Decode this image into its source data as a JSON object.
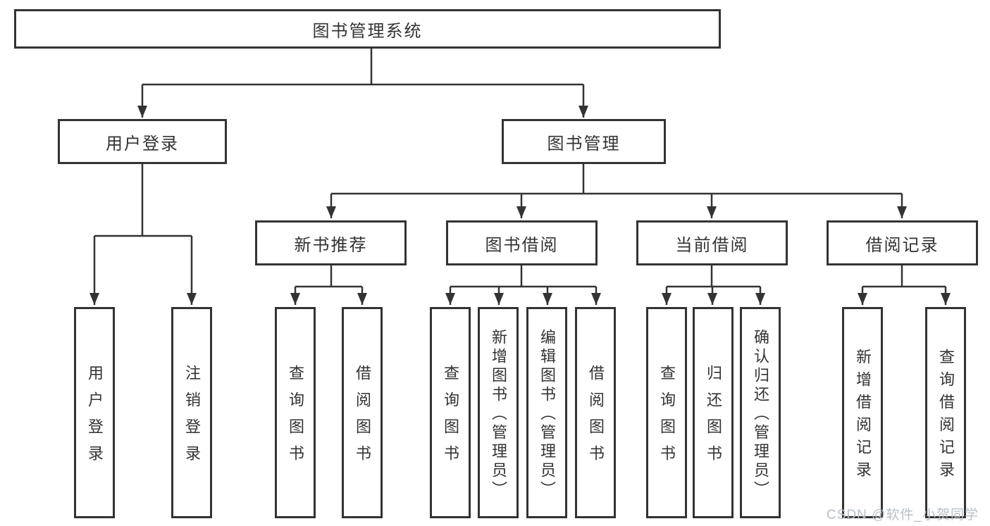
{
  "tree": {
    "label": "图书管理系统",
    "children": [
      {
        "label": "用户登录",
        "children": [
          {
            "label": "用户登录"
          },
          {
            "label": "注销登录"
          }
        ]
      },
      {
        "label": "图书管理",
        "children": [
          {
            "label": "新书推荐",
            "children": [
              {
                "label": "查询图书"
              },
              {
                "label": "借阅图书"
              }
            ]
          },
          {
            "label": "图书借阅",
            "children": [
              {
                "label": "查询图书"
              },
              {
                "label": "新增图书（管理员）"
              },
              {
                "label": "编辑图书（管理员）"
              },
              {
                "label": "借阅图书"
              }
            ]
          },
          {
            "label": "当前借阅",
            "children": [
              {
                "label": "查询图书"
              },
              {
                "label": "归还图书"
              },
              {
                "label": "确认归还（管理员）"
              }
            ]
          },
          {
            "label": "借阅记录",
            "children": [
              {
                "label": "新增借阅记录"
              },
              {
                "label": "查询借阅记录"
              }
            ]
          }
        ]
      }
    ]
  },
  "watermark": {
    "text": "CSDN @软件_小贺同学"
  },
  "colors": {
    "line": "#333333",
    "text": "#333333",
    "box_background": "#ffffff",
    "watermark": "#b9c0c7",
    "background": "#ffffff"
  }
}
